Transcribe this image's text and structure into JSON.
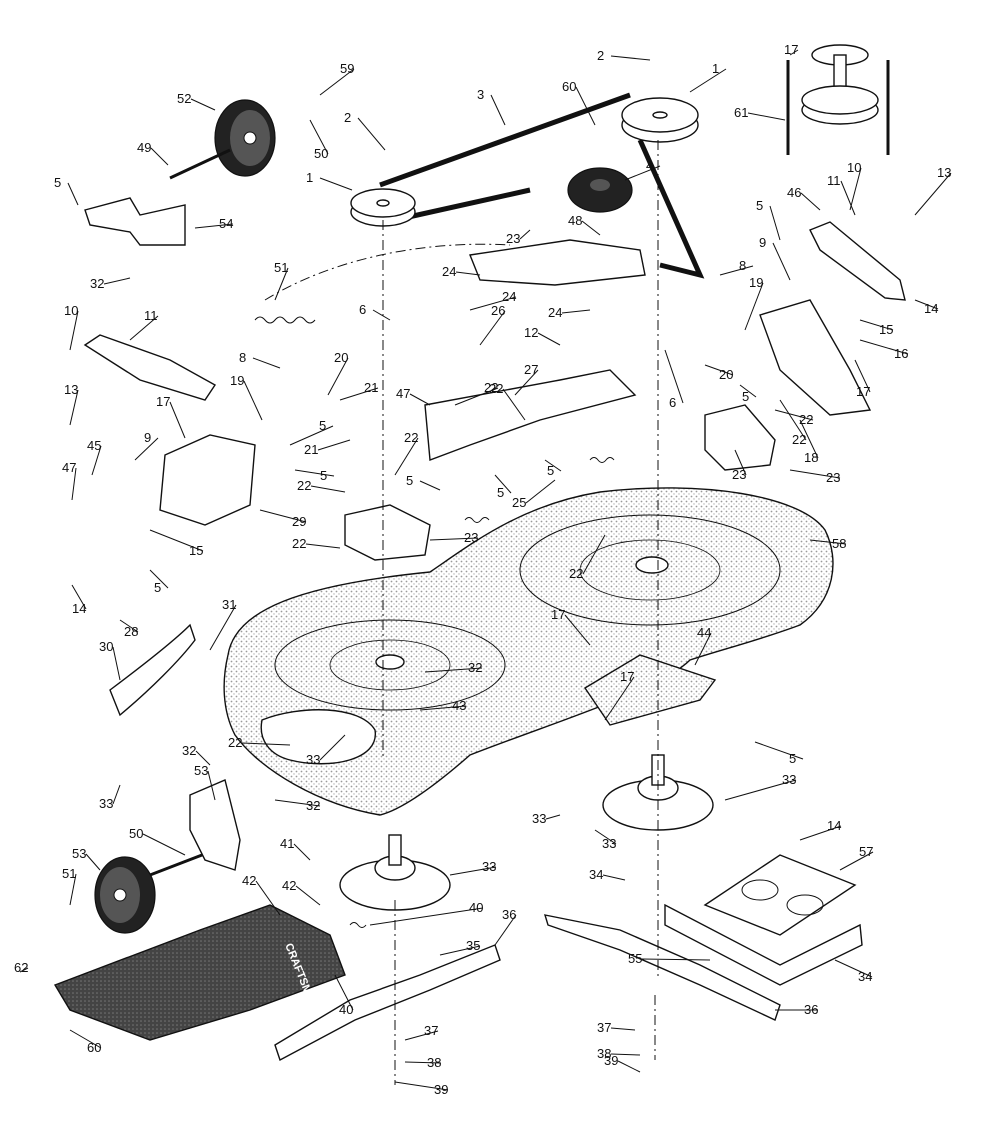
{
  "callouts": [
    {
      "text": "1"
    },
    {
      "text": "1"
    },
    {
      "text": "2"
    },
    {
      "text": "2"
    },
    {
      "text": "3"
    },
    {
      "text": "4"
    },
    {
      "text": "5"
    },
    {
      "text": "5"
    },
    {
      "text": "5"
    },
    {
      "text": "5"
    },
    {
      "text": "5"
    },
    {
      "text": "5"
    },
    {
      "text": "5"
    },
    {
      "text": "5"
    },
    {
      "text": "5"
    },
    {
      "text": "5"
    },
    {
      "text": "6"
    },
    {
      "text": "6"
    },
    {
      "text": "8"
    },
    {
      "text": "8"
    },
    {
      "text": "9"
    },
    {
      "text": "9"
    },
    {
      "text": "10"
    },
    {
      "text": "10"
    },
    {
      "text": "11"
    },
    {
      "text": "11"
    },
    {
      "text": "12"
    },
    {
      "text": "13"
    },
    {
      "text": "13"
    },
    {
      "text": "14"
    },
    {
      "text": "14"
    },
    {
      "text": "14"
    },
    {
      "text": "15"
    },
    {
      "text": "15"
    },
    {
      "text": "16"
    },
    {
      "text": "17"
    },
    {
      "text": "17"
    },
    {
      "text": "17"
    },
    {
      "text": "17"
    },
    {
      "text": "17"
    },
    {
      "text": "18"
    },
    {
      "text": "19"
    },
    {
      "text": "19"
    },
    {
      "text": "20"
    },
    {
      "text": "20"
    },
    {
      "text": "21"
    },
    {
      "text": "21"
    },
    {
      "text": "22"
    },
    {
      "text": "22"
    },
    {
      "text": "22"
    },
    {
      "text": "22"
    },
    {
      "text": "22"
    },
    {
      "text": "22"
    },
    {
      "text": "22"
    },
    {
      "text": "22"
    },
    {
      "text": "22"
    },
    {
      "text": "23"
    },
    {
      "text": "23"
    },
    {
      "text": "23"
    },
    {
      "text": "23"
    },
    {
      "text": "24"
    },
    {
      "text": "24"
    },
    {
      "text": "24"
    },
    {
      "text": "25"
    },
    {
      "text": "26"
    },
    {
      "text": "27"
    },
    {
      "text": "28"
    },
    {
      "text": "29"
    },
    {
      "text": "30"
    },
    {
      "text": "31"
    },
    {
      "text": "32"
    },
    {
      "text": "32"
    },
    {
      "text": "32"
    },
    {
      "text": "32"
    },
    {
      "text": "33"
    },
    {
      "text": "33"
    },
    {
      "text": "33"
    },
    {
      "text": "33"
    },
    {
      "text": "33"
    },
    {
      "text": "33"
    },
    {
      "text": "34"
    },
    {
      "text": "34"
    },
    {
      "text": "35"
    },
    {
      "text": "36"
    },
    {
      "text": "36"
    },
    {
      "text": "37"
    },
    {
      "text": "37"
    },
    {
      "text": "38"
    },
    {
      "text": "38"
    },
    {
      "text": "39"
    },
    {
      "text": "39"
    },
    {
      "text": "40"
    },
    {
      "text": "40"
    },
    {
      "text": "41"
    },
    {
      "text": "42"
    },
    {
      "text": "42"
    },
    {
      "text": "43"
    },
    {
      "text": "44"
    },
    {
      "text": "45"
    },
    {
      "text": "46"
    },
    {
      "text": "47"
    },
    {
      "text": "47"
    },
    {
      "text": "48"
    },
    {
      "text": "49"
    },
    {
      "text": "50"
    },
    {
      "text": "50"
    },
    {
      "text": "51"
    },
    {
      "text": "51"
    },
    {
      "text": "52"
    },
    {
      "text": "53"
    },
    {
      "text": "53"
    },
    {
      "text": "54"
    },
    {
      "text": "55"
    },
    {
      "text": "57"
    },
    {
      "text": "58"
    },
    {
      "text": "59"
    },
    {
      "text": "60"
    },
    {
      "text": "60"
    },
    {
      "text": "61"
    },
    {
      "text": "62"
    }
  ],
  "logo_text": "CRAFTSMAN",
  "colors": {
    "ink": "#111111",
    "shade": "#c9c9c9",
    "background": "#ffffff"
  }
}
